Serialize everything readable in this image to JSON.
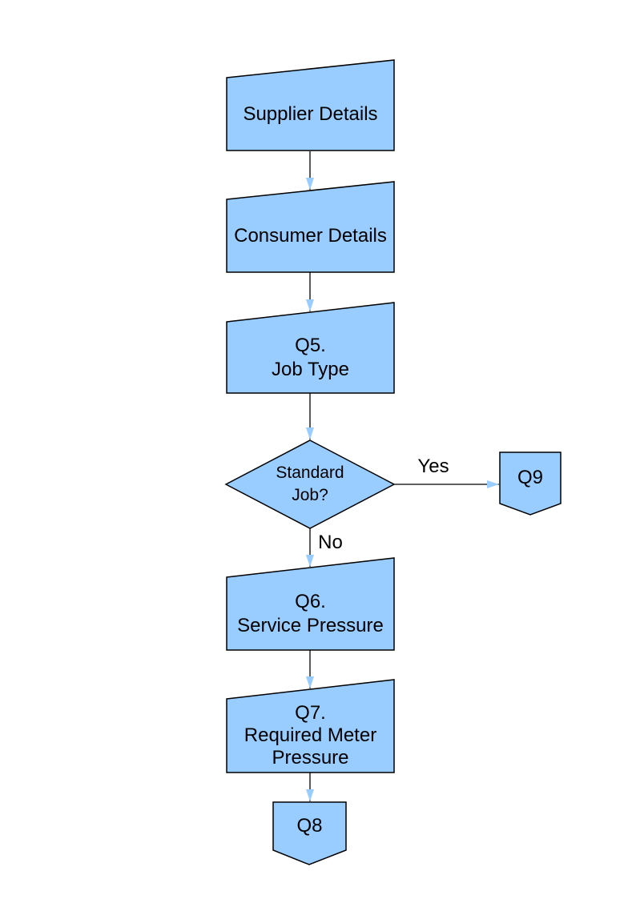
{
  "diagram": {
    "type": "flowchart",
    "colors": {
      "shape_fill": "#99CCFF",
      "shape_border": "#000000",
      "arrow": "#000000",
      "text": "#000000",
      "background": "#FFFFFF"
    },
    "nodes": {
      "supplier": {
        "type": "process",
        "label": "Supplier Details"
      },
      "consumer": {
        "type": "process",
        "label": "Consumer Details"
      },
      "q5": {
        "type": "process",
        "line1": "Q5.",
        "line2": "Job Type"
      },
      "decision": {
        "type": "decision",
        "line1": "Standard",
        "line2": "Job?"
      },
      "q9": {
        "type": "off-page-connector",
        "label": "Q9"
      },
      "q6": {
        "type": "process",
        "line1": "Q6.",
        "line2": "Service Pressure"
      },
      "q7": {
        "type": "process",
        "line1": "Q7.",
        "line2": "Required Meter",
        "line3": "Pressure"
      },
      "q8": {
        "type": "off-page-connector",
        "label": "Q8"
      }
    },
    "edges": [
      {
        "from": "supplier",
        "to": "consumer",
        "label": ""
      },
      {
        "from": "consumer",
        "to": "q5",
        "label": ""
      },
      {
        "from": "q5",
        "to": "decision",
        "label": ""
      },
      {
        "from": "decision",
        "to": "q9",
        "label": "Yes"
      },
      {
        "from": "decision",
        "to": "q6",
        "label": "No"
      },
      {
        "from": "q6",
        "to": "q7",
        "label": ""
      },
      {
        "from": "q7",
        "to": "q8",
        "label": ""
      }
    ]
  }
}
